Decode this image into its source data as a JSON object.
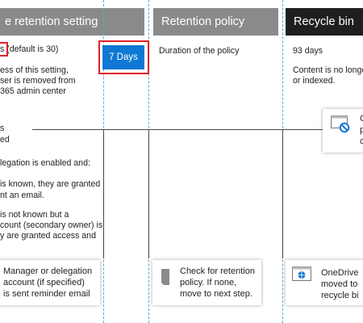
{
  "columns": {
    "setting": {
      "title": "e retention setting",
      "line1": "s (default is 30)",
      "desc": [
        "ess of this setting,",
        "ser is removed from",
        " 365 admin center"
      ]
    },
    "retention": {
      "title": "Retention policy",
      "badge": "7 Days",
      "desc": "Duration of the policy"
    },
    "recycle": {
      "title": "Recycle bin",
      "days": "93 days",
      "desc": [
        "Content is no longer",
        "or indexed."
      ]
    }
  },
  "left_notes": {
    "top": [
      "s",
      "ed"
    ],
    "delegation": [
      "legation is enabled and:",
      "is known, they are granted",
      "nt an email.",
      "is not known but a",
      "count (secondary owner) is",
      "y are granted access and"
    ]
  },
  "cards": {
    "manager": [
      "Manager or delegation",
      "account (if specified)",
      "is sent reminder email"
    ],
    "check": [
      "Check for retention",
      "policy. If none,",
      "move to next step."
    ],
    "onedrive": [
      "OneDrive",
      "moved to",
      "recycle bi"
    ],
    "right_top": [
      "C",
      "p",
      "c"
    ]
  },
  "colors": {
    "header_gray": "#8a8a8a",
    "header_dark": "#1f1f1f",
    "accent_blue": "#0f78d4",
    "highlight_red": "#e21e26",
    "dashed_blue": "#5aa7d8"
  }
}
